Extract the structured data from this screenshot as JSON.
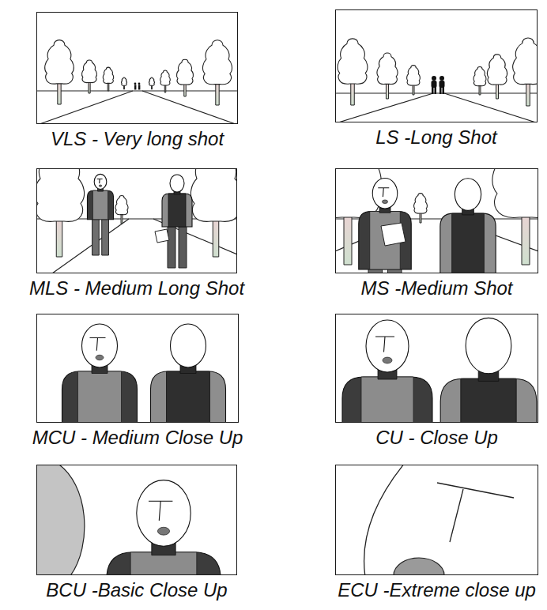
{
  "diagram": {
    "nodes": [
      {
        "text": [
          "VLS - Very long shot"
        ]
      },
      {
        "text": [
          "LS -Long Shot"
        ]
      },
      {
        "text": [
          "MLS - Medium Long Shot"
        ]
      },
      {
        "text": [
          "MS -Medium Shot"
        ]
      },
      {
        "text": [
          "MCU - Medium Close Up"
        ]
      },
      {
        "text": [
          "CU - Close Up"
        ]
      },
      {
        "text": [
          "BCU -Basic Close Up"
        ]
      },
      {
        "text": [
          "ECU -Extreme close up"
        ]
      }
    ]
  }
}
